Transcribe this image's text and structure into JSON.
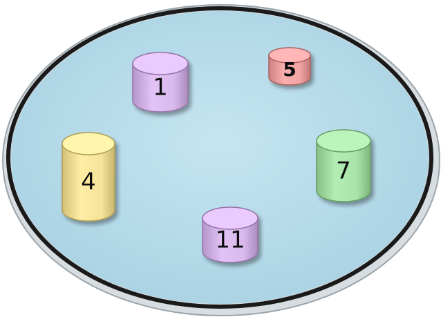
{
  "diagram": {
    "pool": {
      "fill": "#b8dcea",
      "rim": "#1a1a1a"
    },
    "disks": [
      {
        "id": "disk-1",
        "label": "1",
        "color": "violet",
        "fill": "#d9b8ec",
        "bold": false
      },
      {
        "id": "disk-5",
        "label": "5",
        "color": "red",
        "fill": "#f0a4a4",
        "bold": true
      },
      {
        "id": "disk-4",
        "label": "4",
        "color": "yellow",
        "fill": "#f5e39a",
        "bold": false
      },
      {
        "id": "disk-7",
        "label": "7",
        "color": "green",
        "fill": "#a9e3a9",
        "bold": false
      },
      {
        "id": "disk-11",
        "label": "11",
        "color": "violet",
        "fill": "#d9b8ec",
        "bold": false
      }
    ]
  }
}
